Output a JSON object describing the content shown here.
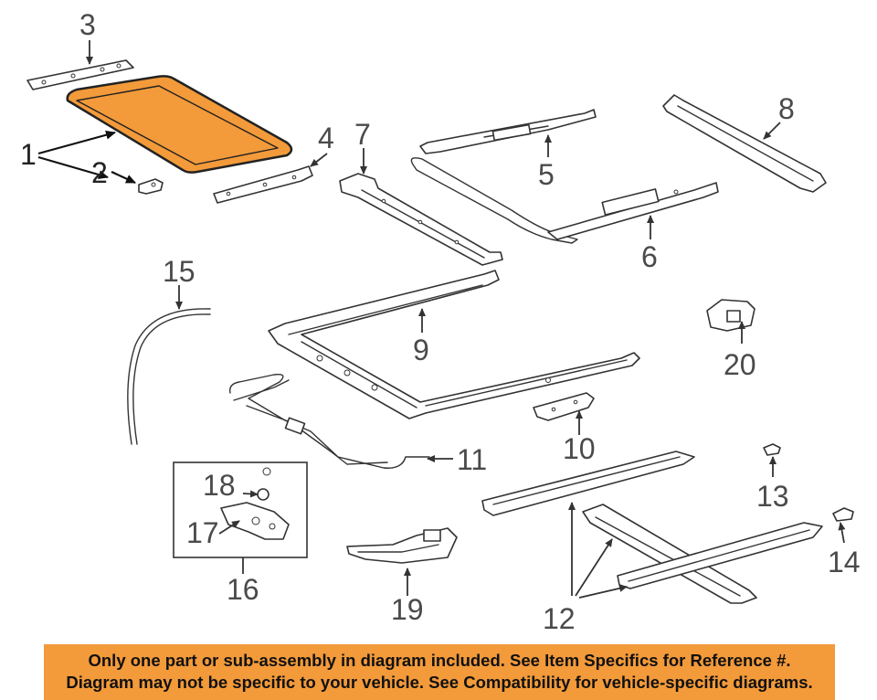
{
  "callouts": {
    "c1": "1",
    "c2": "2",
    "c3": "3",
    "c4": "4",
    "c5": "5",
    "c6": "6",
    "c7": "7",
    "c8": "8",
    "c9": "9",
    "c10": "10",
    "c11": "11",
    "c12": "12",
    "c13": "13",
    "c14": "14",
    "c15": "15",
    "c16": "16",
    "c17": "17",
    "c18": "18",
    "c19": "19",
    "c20": "20"
  },
  "colors": {
    "highlight_fill": "#f39a3a",
    "banner_bg": "#f39a3a",
    "line": "#333333"
  },
  "banner": {
    "line1": "Only one part or sub-assembly in diagram included. See Item Specifics for Reference #.",
    "line2": "Diagram may not be specific to your vehicle. See Compatibility for vehicle-specific diagrams."
  }
}
